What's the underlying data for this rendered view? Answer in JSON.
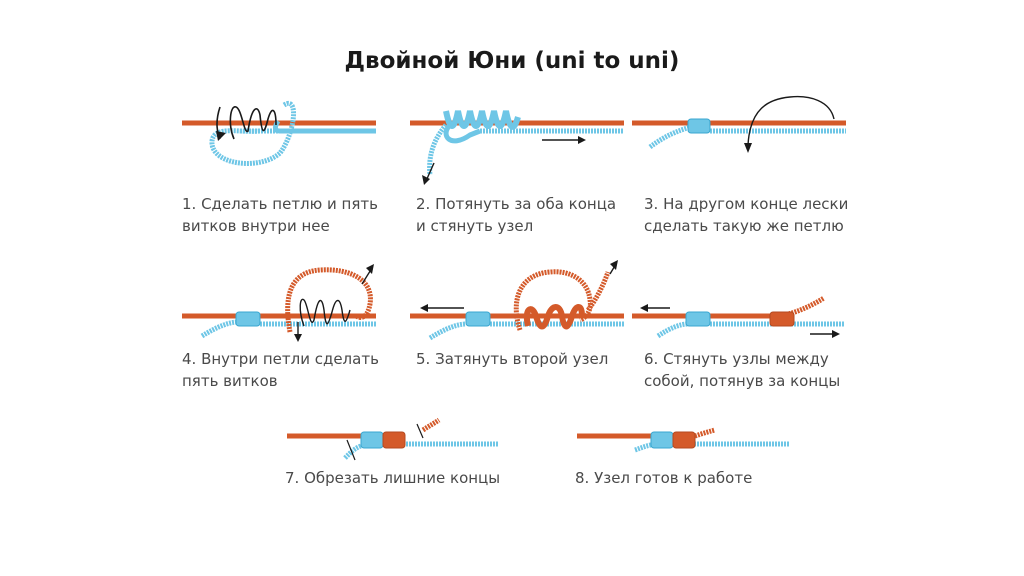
{
  "title": "Двойной Юни (uni to uni)",
  "colors": {
    "orange_line": "#d45a2a",
    "blue_line": "#6ec6e6",
    "blue_dark": "#3aa7d0",
    "arrow": "#1a1a1a",
    "caption_text": "#4a4a4a"
  },
  "steps": [
    {
      "number": "1",
      "lines": [
        "1. Сделать петлю и пять",
        "витков внутри нее"
      ]
    },
    {
      "number": "2",
      "lines": [
        "2. Потянуть за оба конца",
        "и стянуть узел"
      ]
    },
    {
      "number": "3",
      "lines": [
        "3. На другом конце лески",
        "сделать такую же петлю"
      ]
    },
    {
      "number": "4",
      "lines": [
        "4. Внутри петли сделать",
        "пять витков"
      ]
    },
    {
      "number": "5",
      "lines": [
        "5. Затянуть второй узел"
      ]
    },
    {
      "number": "6",
      "lines": [
        "6. Стянуть узлы между",
        "собой, потянув за концы"
      ]
    },
    {
      "number": "7",
      "lines": [
        "7. Обрезать лишние концы"
      ]
    },
    {
      "number": "8",
      "lines": [
        "8. Узел готов к работе"
      ]
    }
  ]
}
